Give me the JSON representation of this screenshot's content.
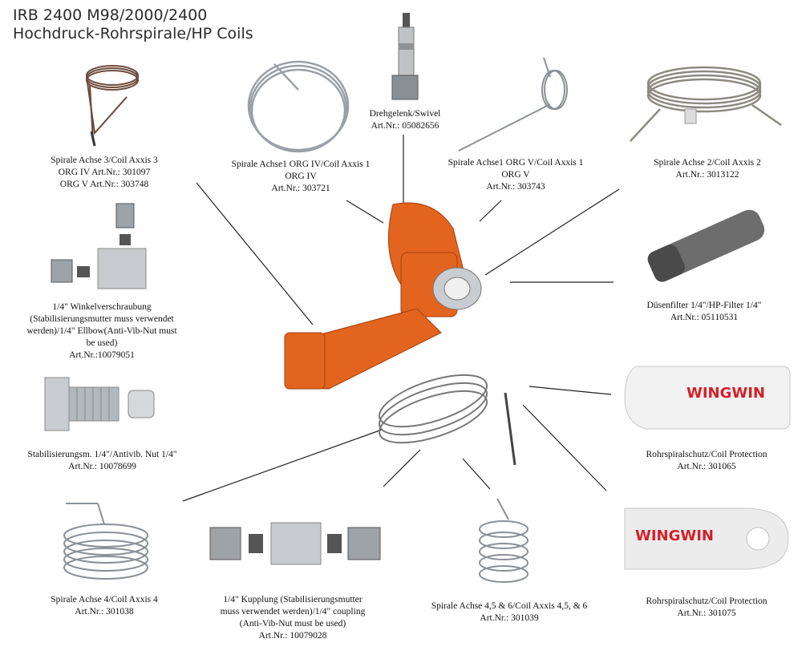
{
  "title_line1": "IRB 2400 M98/2000/2400",
  "title_line2": "Hochdruck-Rohrspirale/HP Coils",
  "parts": {
    "axis3": {
      "l1": "Spirale Achse 3/Coil Axxis 3",
      "l2": "ORG IV Art.Nr.: 301097",
      "l3": "ORG V Art.Nr.: 303748"
    },
    "axis1_iv": {
      "l1": "Spirale Achse1 ORG IV/Coil Axxis 1",
      "l2": "ORG IV",
      "l3": "Art.Nr.: 303721"
    },
    "swivel": {
      "l1": "Drehgelenk/Swivel",
      "l2": "Art.Nr.: 05082656"
    },
    "axis1_v": {
      "l1": "Spirale Achse1 ORG V/Coil Axxis 1",
      "l2": "ORG V",
      "l3": "Art.Nr.: 303743"
    },
    "axis2": {
      "l1": "Spirale Achse 2/Coil Axxis 2",
      "l2": "Art.Nr.: 3013122"
    },
    "elbow": {
      "l1": "1/4\" Winkelverschraubung",
      "l2": "(Stabilisierungsmutter muss verwendet",
      "l3": "werden)/1/4\" Ellbow(Anti-Vib-Nut must",
      "l4": "be used)",
      "l5": "Art.Nr.:10079051"
    },
    "filter": {
      "l1": "Düsenfilter 1/4\"/HP-Filter 1/4\"",
      "l2": "Art.Nr.: 05110531"
    },
    "antivib": {
      "l1": "Stabilisierungsm. 1/4\"/Antivib. Nut 1/4\"",
      "l2": "Art.Nr.: 10078699"
    },
    "protect1": {
      "l1": "Rohrspiralschutz/Coil Protection",
      "l2": "Art.Nr.: 301065"
    },
    "axis4": {
      "l1": "Spirale Achse 4/Coil Axxis 4",
      "l2": "Art.Nr.: 301038"
    },
    "coupling": {
      "l1": "1/4\" Kupplung (Stabilisierungsmutter",
      "l2": "muss verwendet werden)/1/4\" coupling",
      "l3": "(Anti-Vib-Nut must be used)",
      "l4": "Art.Nr.: 10079028"
    },
    "axis456": {
      "l1": "Spirale Achse 4,5 & 6/Coil Axxis 4,5, & 6",
      "l2": "Art.Nr.: 301039"
    },
    "protect2": {
      "l1": "Rohrspiralschutz/Coil Protection",
      "l2": "Art.Nr.: 301075"
    }
  },
  "brand_logo": "WINGWIN",
  "colors": {
    "robot_orange": "#e2641f",
    "logo_red": "#d61f26",
    "metal": "#b8bcc0"
  }
}
